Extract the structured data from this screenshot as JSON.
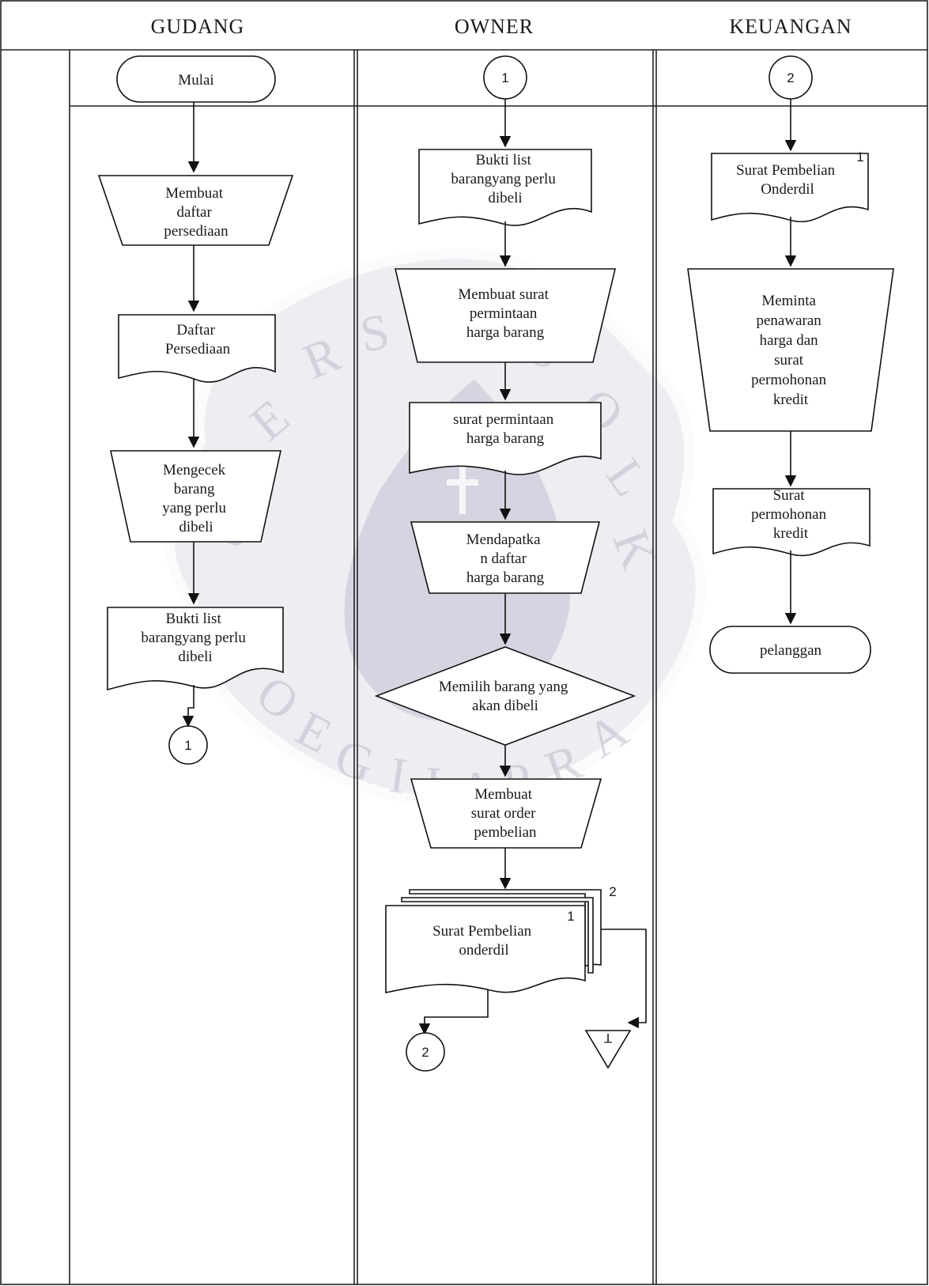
{
  "lanes": {
    "gudang": "GUDANG",
    "owner": "OWNER",
    "keuangan": "KEUANGAN"
  },
  "watermark": {
    "text": "UNIVERSITAS KATOLIK SOEGIJAPRANATA"
  },
  "gudang": {
    "start": "Mulai",
    "manual_make_list": [
      "Membuat",
      "daftar",
      "persediaan"
    ],
    "doc_inventory_list": [
      "Daftar",
      "Persediaan"
    ],
    "manual_check_items": [
      "Mengecek",
      "barang",
      "yang perlu",
      "dibeli"
    ],
    "doc_proof_list": [
      "Bukti list",
      "barangyang perlu",
      "dibeli"
    ],
    "connector_1": "1"
  },
  "owner": {
    "connector_1": "1",
    "doc_proof_list": [
      "Bukti list",
      "barangyang perlu",
      "dibeli"
    ],
    "manual_make_request": [
      "Membuat surat",
      "permintaan",
      "harga barang"
    ],
    "doc_price_request": [
      "surat permintaan",
      "harga barang"
    ],
    "manual_get_prices": [
      "Mendapatka",
      "n daftar",
      "harga barang"
    ],
    "decision_choose_items": [
      "Memilih barang yang",
      "akan dibeli"
    ],
    "manual_make_order": [
      "Membuat",
      "surat order",
      "pembelian"
    ],
    "doc_purchase_letter": [
      "Surat Pembelian",
      "onderdil"
    ],
    "doc_copy_1": "1",
    "doc_copy_2": "2",
    "connector_2": "2",
    "archive": "T"
  },
  "keuangan": {
    "connector_2": "2",
    "doc_purchase_letter": [
      "Surat Pembelian",
      "Onderdil"
    ],
    "doc_copy_1": "1",
    "manual_request_offer": [
      "Meminta",
      "penawaran",
      "harga dan",
      "surat",
      "permohonan",
      "kredit"
    ],
    "doc_credit_letter": [
      "Surat",
      "permohonan",
      "kredit"
    ],
    "terminator_customer": "pelanggan"
  }
}
